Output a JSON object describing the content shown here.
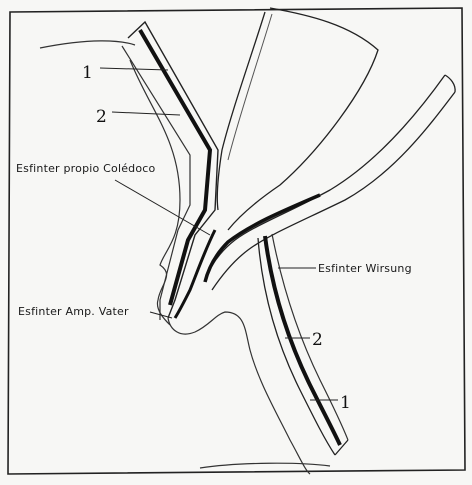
{
  "diagram": {
    "labels": {
      "duct_layer_1_upper": "1",
      "duct_layer_2_upper": "2",
      "sphincter_choledochus": "Esfinter propio Colédoco",
      "sphincter_wirsung": "Esfinter Wirsung",
      "sphincter_ampulla": "Esfinter Amp. Vater",
      "duct_layer_2_lower": "2",
      "duct_layer_1_lower": "1"
    }
  }
}
